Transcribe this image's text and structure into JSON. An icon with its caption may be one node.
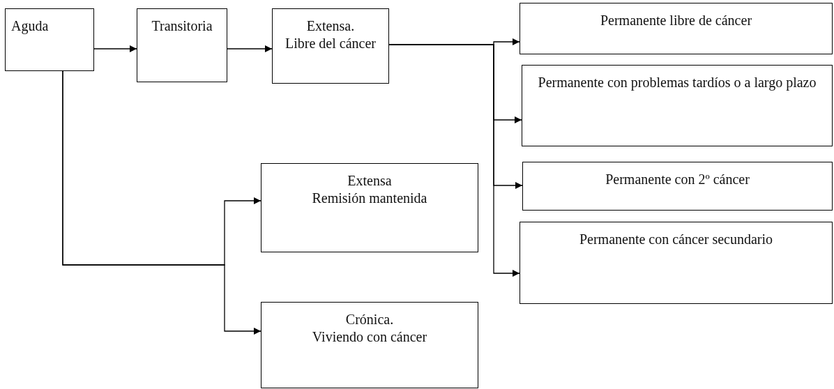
{
  "diagram": {
    "nodes": [
      {
        "text": [
          "Aguda"
        ]
      },
      {
        "text": [
          "Transitoria"
        ]
      },
      {
        "text": [
          "Extensa.",
          "Libre del cáncer"
        ]
      },
      {
        "text": [
          "Permanente libre de cáncer"
        ]
      },
      {
        "text": [
          "Permanente con problemas tardíos o a largo plazo"
        ]
      },
      {
        "text": [
          "Permanente con 2º cáncer"
        ]
      },
      {
        "text": [
          "Permanente con cáncer secundario"
        ]
      },
      {
        "text": [
          "Extensa",
          "Remisión mantenida"
        ]
      },
      {
        "text": [
          "Crónica.",
          "Viviendo con cáncer"
        ]
      }
    ],
    "edges": [
      {
        "from": 0,
        "to": 1,
        "arrow": "to"
      },
      {
        "from": 1,
        "to": 2,
        "arrow": "to"
      },
      {
        "from": 2,
        "to": 3,
        "arrow": "to"
      },
      {
        "from": 2,
        "to": 4,
        "arrow": "to"
      },
      {
        "from": 2,
        "to": 5,
        "arrow": "to"
      },
      {
        "from": 2,
        "to": 6,
        "arrow": "to"
      },
      {
        "from": 0,
        "to": 7,
        "arrow": "to"
      },
      {
        "from": 0,
        "to": 8,
        "arrow": "to"
      }
    ]
  }
}
